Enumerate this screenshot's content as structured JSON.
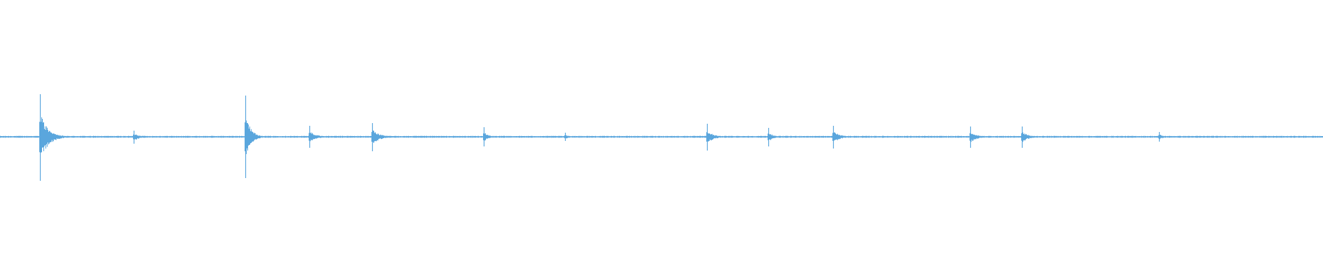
{
  "waveform": {
    "color": "#5aa6dd",
    "background": "#ffffff",
    "amplitude_range": [
      -1,
      1
    ],
    "duration_fraction_axis": [
      0,
      1
    ],
    "noise_floor": 0.01,
    "transients": [
      {
        "t": 0.03,
        "peak_up": 0.62,
        "peak_down": 0.64,
        "decay": 0.006
      },
      {
        "t": 0.101,
        "peak_up": 0.09,
        "peak_down": 0.1,
        "decay": 0.005
      },
      {
        "t": 0.1855,
        "peak_up": 0.6,
        "peak_down": 0.6,
        "decay": 0.004
      },
      {
        "t": 0.234,
        "peak_up": 0.16,
        "peak_down": 0.16,
        "decay": 0.005
      },
      {
        "t": 0.2815,
        "peak_up": 0.2,
        "peak_down": 0.21,
        "decay": 0.0055
      },
      {
        "t": 0.3655,
        "peak_up": 0.14,
        "peak_down": 0.14,
        "decay": 0.003
      },
      {
        "t": 0.427,
        "peak_up": 0.06,
        "peak_down": 0.06,
        "decay": 0.003
      },
      {
        "t": 0.5345,
        "peak_up": 0.19,
        "peak_down": 0.2,
        "decay": 0.0045
      },
      {
        "t": 0.5805,
        "peak_up": 0.13,
        "peak_down": 0.14,
        "decay": 0.0035
      },
      {
        "t": 0.6295,
        "peak_up": 0.16,
        "peak_down": 0.17,
        "decay": 0.005
      },
      {
        "t": 0.7335,
        "peak_up": 0.15,
        "peak_down": 0.16,
        "decay": 0.0045
      },
      {
        "t": 0.7725,
        "peak_up": 0.15,
        "peak_down": 0.16,
        "decay": 0.0045
      },
      {
        "t": 0.876,
        "peak_up": 0.07,
        "peak_down": 0.07,
        "decay": 0.0035
      }
    ]
  }
}
